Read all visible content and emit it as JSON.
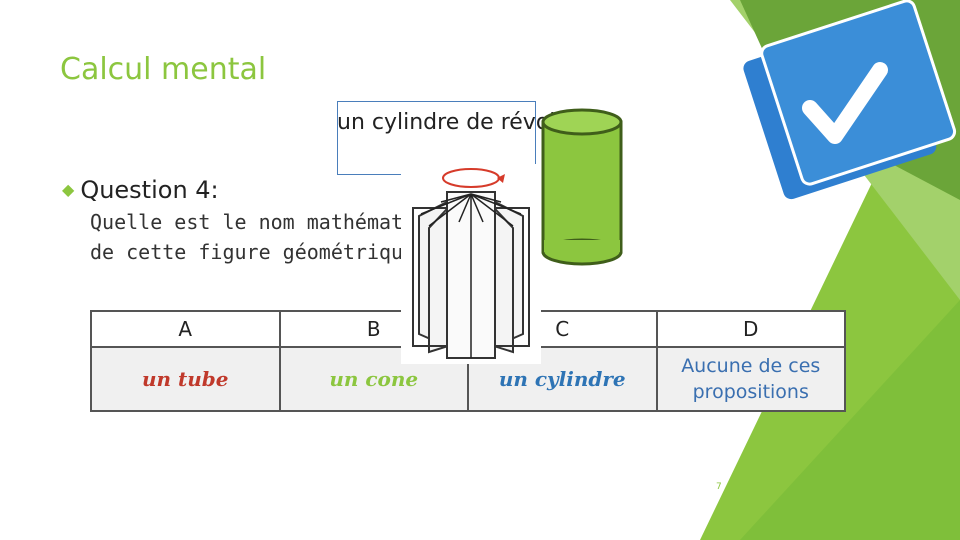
{
  "slide": {
    "title": "Calcul mental",
    "answer": "un cylindre de révolution",
    "question_label": "Question 4:",
    "prompt_line1": "Quelle est le nom mathématique",
    "prompt_line2": "de cette figure géométrique…",
    "page_number": "7"
  },
  "table": {
    "headers": [
      "A",
      "B",
      "C",
      "D"
    ],
    "options": [
      "un tube",
      "un cone",
      "un cylindre",
      "Aucune de ces propositions"
    ]
  },
  "colors": {
    "accent": "#8cc63f",
    "check_blue": "#3b8ed8",
    "option_a": "#c0392b",
    "option_b": "#8cc63f",
    "option_c": "#2e74b5"
  },
  "icons": [
    "checkmark-badge-icon",
    "bullet-arrow-icon",
    "rotation-arrow-icon"
  ]
}
